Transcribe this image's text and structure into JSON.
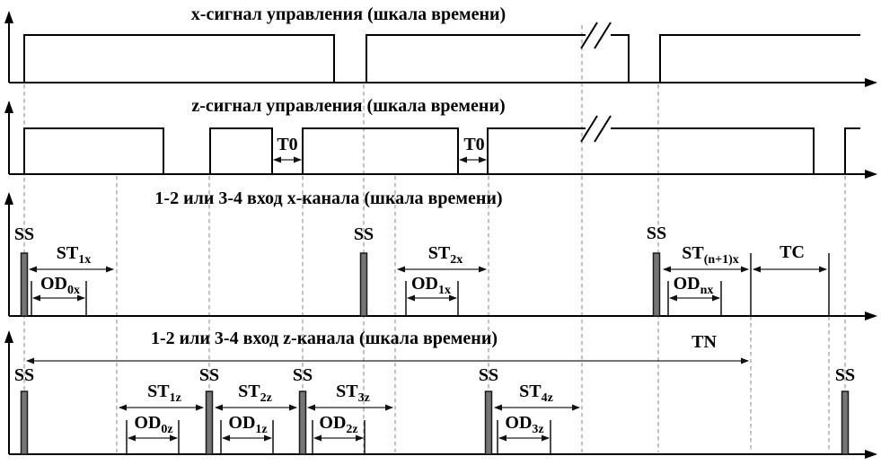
{
  "diagram": {
    "colors": {
      "line": "#000000",
      "dashed_guide": "#999999",
      "pulse_fill": "#757575",
      "dimension_arrow": "#222222"
    },
    "rows": [
      {
        "title": "х-сигнал управления (шкала времени)"
      },
      {
        "title": "z-сигнал управления (шкала времени)",
        "t0": [
          "T0",
          "T0"
        ]
      },
      {
        "title": "1-2 или 3-4 вход х-канала (шкала времени)",
        "ss": [
          "SS",
          "SS",
          "SS"
        ],
        "intervals": {
          "st1": {
            "main": "ST",
            "sub": "1x"
          },
          "od0": {
            "main": "OD",
            "sub": "0x"
          },
          "st2": {
            "main": "ST",
            "sub": "2x"
          },
          "od1": {
            "main": "OD",
            "sub": "1x"
          },
          "stn1": {
            "main": "ST",
            "sub": "(n+1)x"
          },
          "odn": {
            "main": "OD",
            "sub": "nx"
          },
          "tc": "TC"
        }
      },
      {
        "title": "1-2 или 3-4 вход z-канала (шкала времени)",
        "ss": [
          "SS",
          "SS",
          "SS",
          "SS",
          "SS"
        ],
        "tn": "TN",
        "intervals": {
          "st1": {
            "main": "ST",
            "sub": "1z"
          },
          "od0": {
            "main": "OD",
            "sub": "0z"
          },
          "st2": {
            "main": "ST",
            "sub": "2z"
          },
          "od1": {
            "main": "OD",
            "sub": "1z"
          },
          "st3": {
            "main": "ST",
            "sub": "3z"
          },
          "od2": {
            "main": "OD",
            "sub": "2z"
          },
          "st4": {
            "main": "ST",
            "sub": "4z"
          },
          "od3": {
            "main": "OD",
            "sub": "3z"
          }
        }
      }
    ]
  }
}
